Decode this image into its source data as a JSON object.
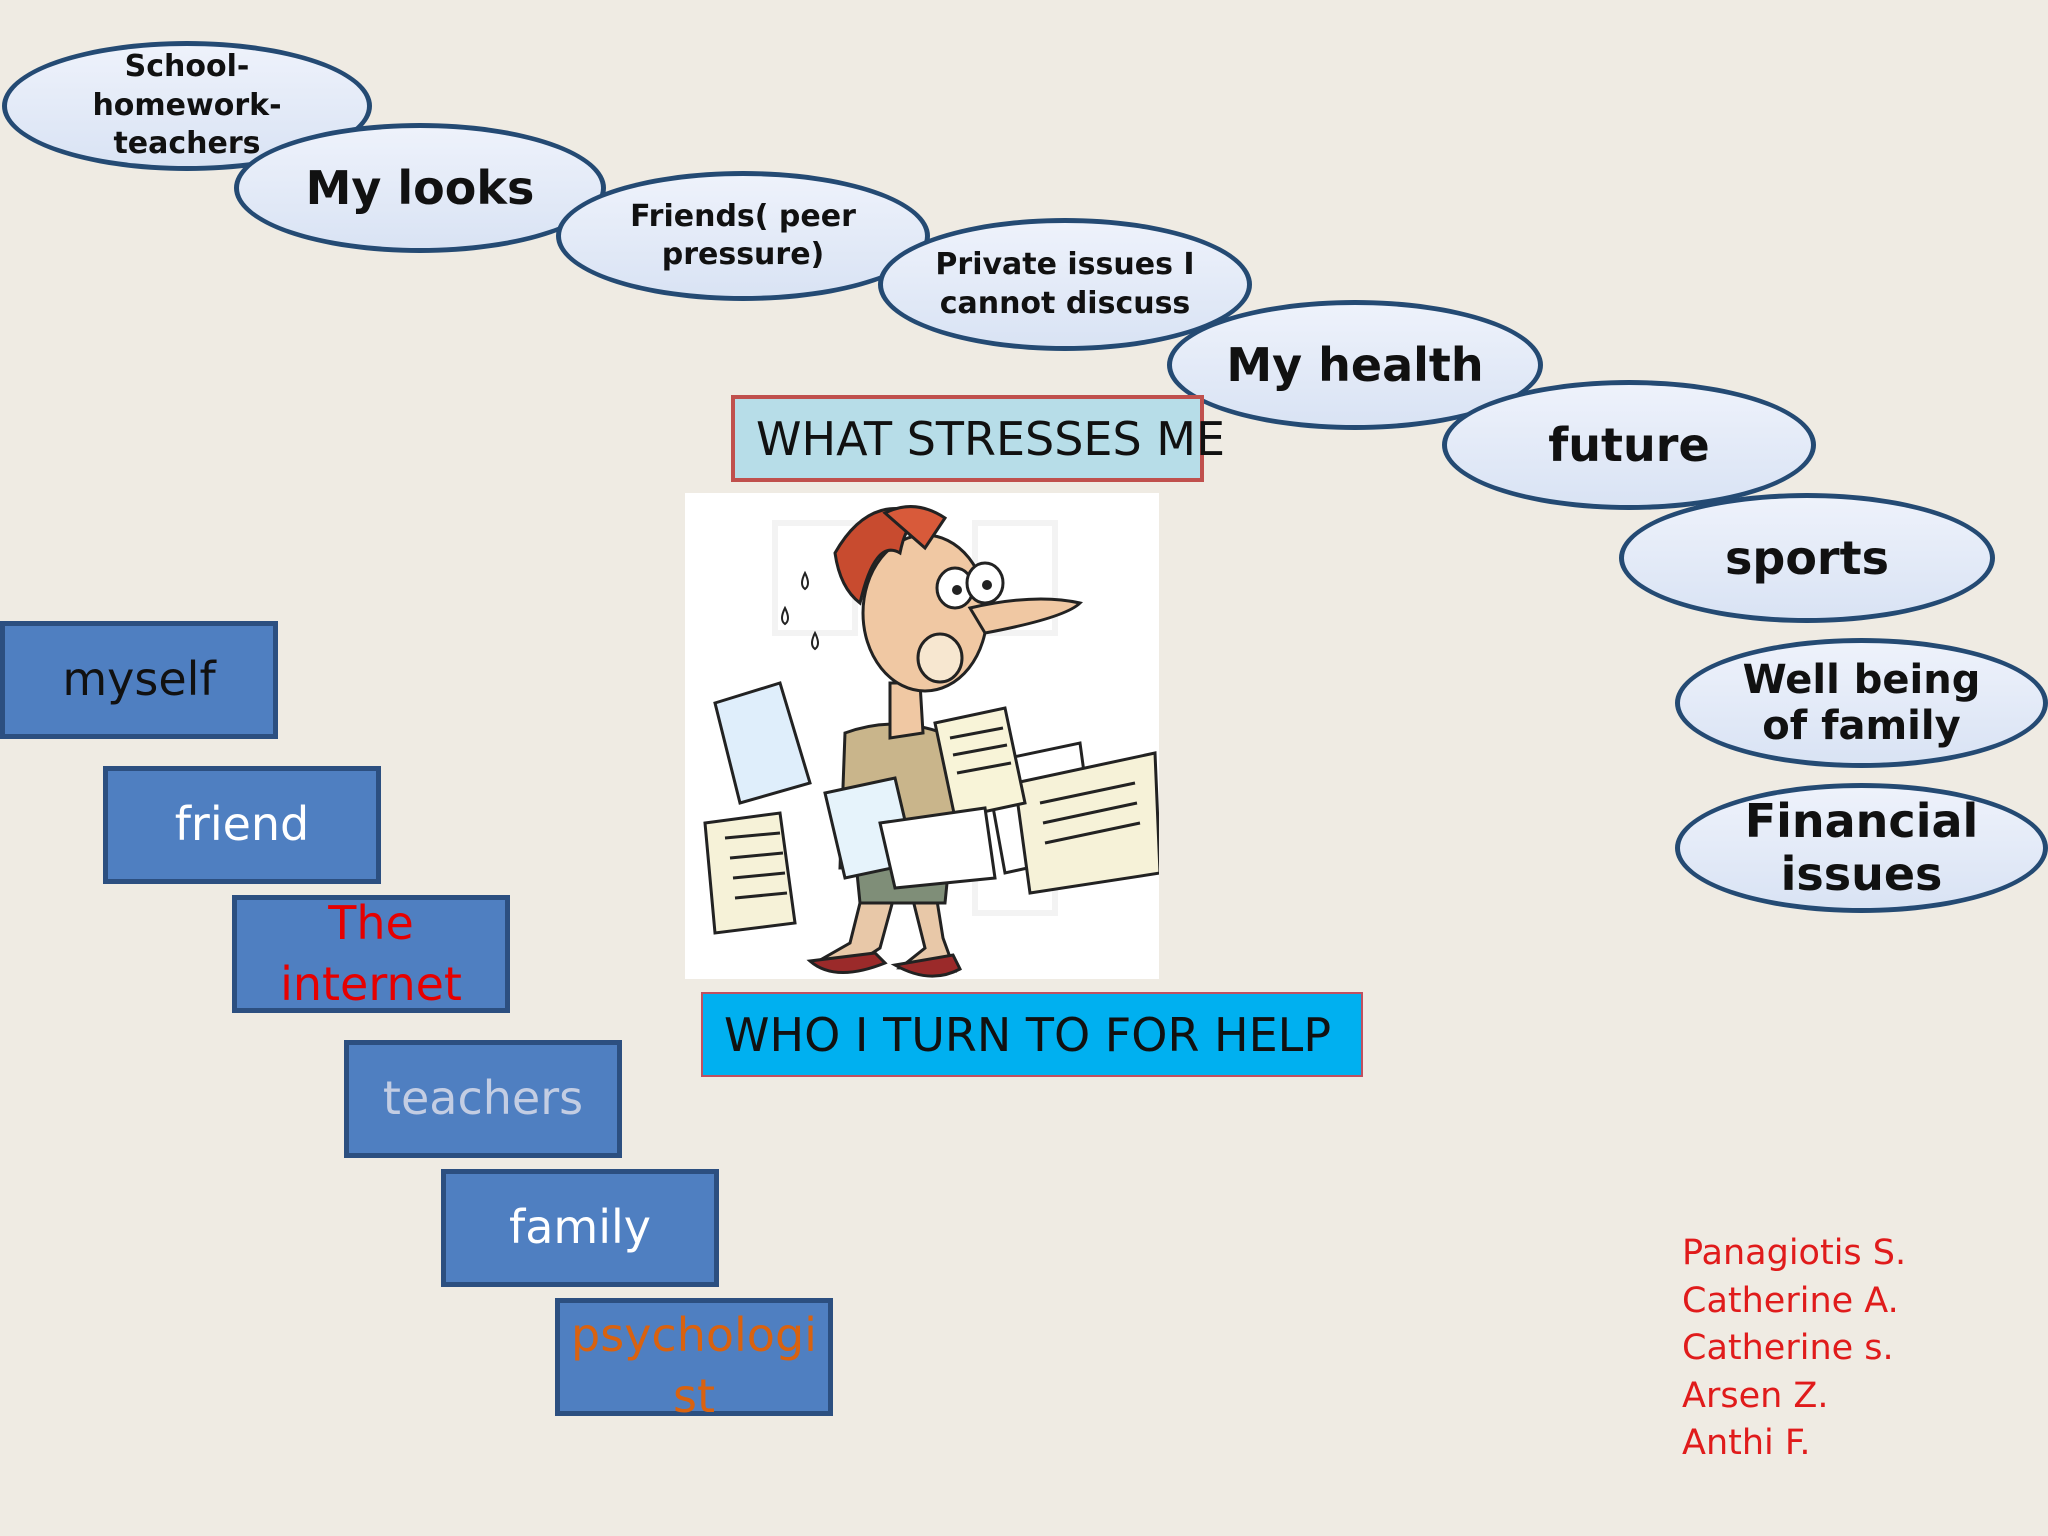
{
  "stressors": [
    {
      "id": "school",
      "label": "School-\nhomework-\nteachers"
    },
    {
      "id": "looks",
      "label": "My looks"
    },
    {
      "id": "friends",
      "label": "Friends( peer pressure)"
    },
    {
      "id": "private",
      "label": "Private issues I cannot discuss"
    },
    {
      "id": "health",
      "label": "My health"
    },
    {
      "id": "future",
      "label": "future"
    },
    {
      "id": "sports",
      "label": "sports"
    },
    {
      "id": "family-wellbeing",
      "label": "Well being of family"
    },
    {
      "id": "financial",
      "label": "Financial issues"
    }
  ],
  "headings": {
    "stress": "WHAT STRESSES ME",
    "help": "WHO I TURN TO FOR HELP"
  },
  "helpers": [
    {
      "id": "myself",
      "label": "myself",
      "color": "#111111"
    },
    {
      "id": "friend",
      "label": "friend",
      "color": "#ffffff"
    },
    {
      "id": "internet",
      "label": "The internet",
      "color": "#e60000"
    },
    {
      "id": "teachers",
      "label": "teachers",
      "color": "#c3cde3"
    },
    {
      "id": "family",
      "label": "family",
      "color": "#ffffff"
    },
    {
      "id": "psychologist",
      "label": "psychologist",
      "color": "#d9620f"
    }
  ],
  "credits": [
    "Panagiotis S.",
    "Catherine A.",
    "Catherine s.",
    "Arsen Z.",
    "Anthi F."
  ],
  "colors": {
    "background": "#efebe3",
    "ellipse_border": "#244a73",
    "ellipse_fill": "#dbe4f4",
    "stress_title_bg": "#b7dde8",
    "stress_title_border": "#c0504d",
    "help_title_bg": "#00b0f0",
    "bluebox_fill": "#4f7fc1",
    "credits": "#e01b1b"
  },
  "illustration": {
    "icon": "stressed-person-with-papers-illustration"
  }
}
